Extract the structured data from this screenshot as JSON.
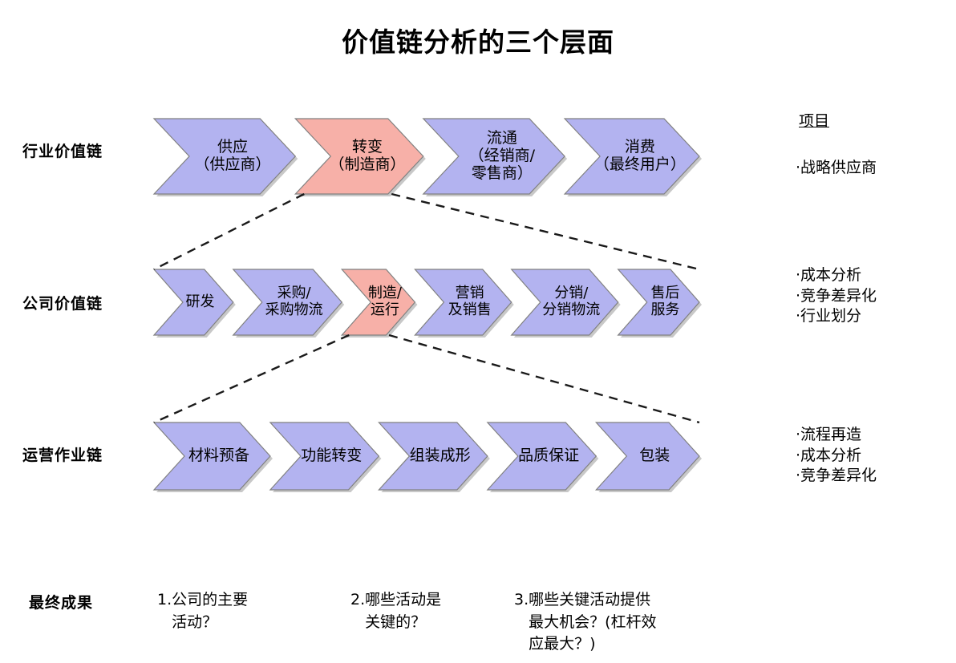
{
  "title": "价值链分析的三个层面",
  "colors": {
    "lavender": "#b3b3f0",
    "pink": "#f7b0a8",
    "stroke": "#808080",
    "shadow": "#9a9a9a",
    "dash": "#1a1a1a",
    "text": "#000000"
  },
  "rows": [
    {
      "label": "行业价值链",
      "segments": [
        {
          "text": "供应\n（供应商）",
          "color": "lavender"
        },
        {
          "text": "转变\n（制造商）",
          "color": "pink"
        },
        {
          "text": "流通\n（经销商/\n零售商）",
          "color": "lavender"
        },
        {
          "text": "消费\n（最终用户）",
          "color": "lavender"
        }
      ],
      "notes_header": "项目",
      "notes": [
        "·战略供应商"
      ]
    },
    {
      "label": "公司价值链",
      "segments": [
        {
          "text": "研发",
          "color": "lavender"
        },
        {
          "text": "采购/\n采购物流",
          "color": "lavender"
        },
        {
          "text": "制造/\n运行",
          "color": "pink"
        },
        {
          "text": "营销\n及销售",
          "color": "lavender"
        },
        {
          "text": "分销/\n分销物流",
          "color": "lavender"
        },
        {
          "text": "售后\n服务",
          "color": "lavender"
        }
      ],
      "notes_header": "",
      "notes": [
        "·成本分析",
        "·竞争差异化",
        "·行业划分"
      ]
    },
    {
      "label": "运营作业链",
      "segments": [
        {
          "text": "材料预备",
          "color": "lavender"
        },
        {
          "text": "功能转变",
          "color": "lavender"
        },
        {
          "text": "组装成形",
          "color": "lavender"
        },
        {
          "text": "品质保证",
          "color": "lavender"
        },
        {
          "text": "包装",
          "color": "lavender"
        }
      ],
      "notes_header": "",
      "notes": [
        "·流程再造",
        "·成本分析",
        "·竞争差异化"
      ]
    }
  ],
  "bottom": {
    "label": "最终成果",
    "items": [
      "1.公司的主要\n   活动？",
      "2.哪些活动是\n   关键的？",
      "3.哪些关键活动提供\n   最大机会？(杠杆效\n   应最大？)"
    ]
  }
}
